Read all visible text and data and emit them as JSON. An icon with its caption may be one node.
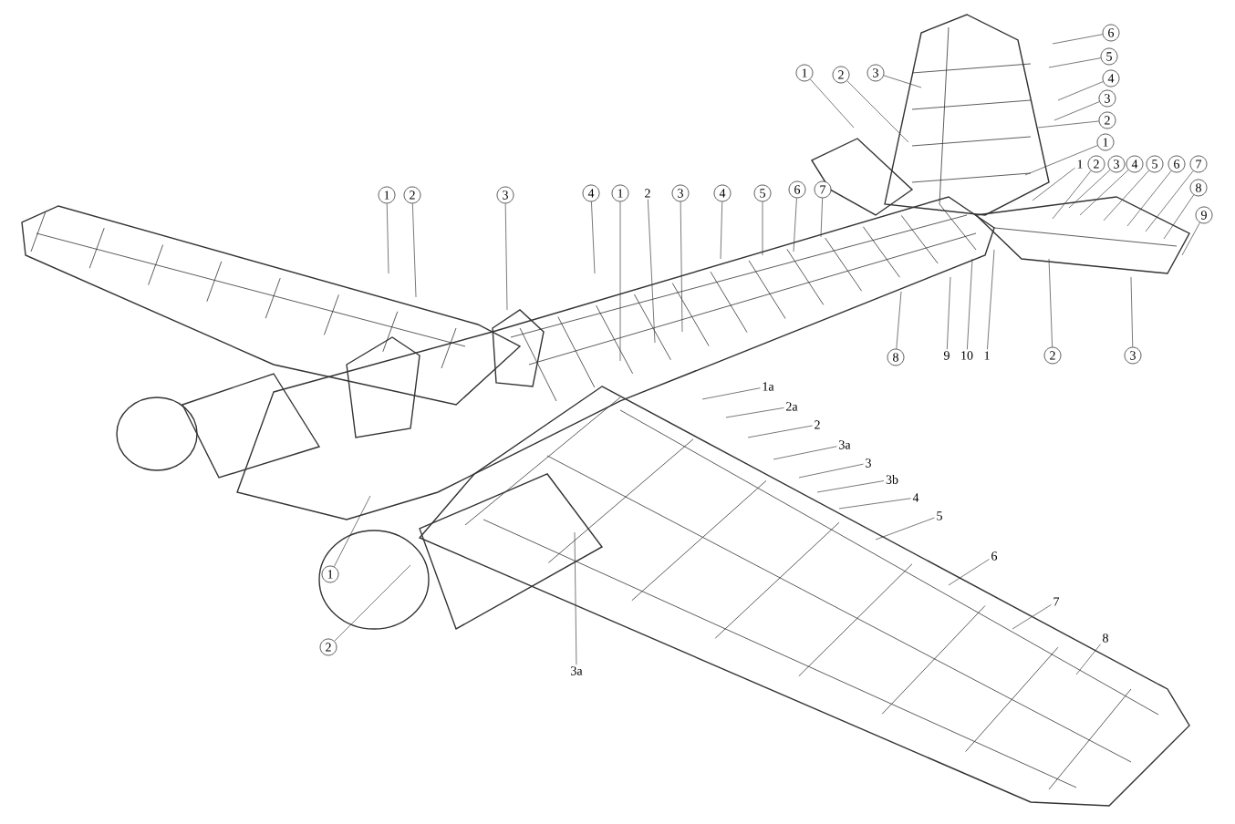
{
  "diagram": {
    "nodes": [
      {
        "text": [
          "6"
        ]
      },
      {
        "text": [
          "5"
        ]
      },
      {
        "text": [
          "4"
        ]
      },
      {
        "text": [
          "3"
        ]
      },
      {
        "text": [
          "2"
        ]
      },
      {
        "text": [
          "1"
        ]
      },
      {
        "text": [
          "1"
        ]
      },
      {
        "text": [
          "2"
        ]
      },
      {
        "text": [
          "3"
        ]
      },
      {
        "text": [
          "1"
        ]
      },
      {
        "text": [
          "2"
        ]
      },
      {
        "text": [
          "3"
        ]
      },
      {
        "text": [
          "4"
        ]
      },
      {
        "text": [
          "5"
        ]
      },
      {
        "text": [
          "6"
        ]
      },
      {
        "text": [
          "7"
        ]
      },
      {
        "text": [
          "8"
        ]
      },
      {
        "text": [
          "9"
        ]
      },
      {
        "text": [
          "8"
        ]
      },
      {
        "text": [
          "9"
        ]
      },
      {
        "text": [
          "10"
        ]
      },
      {
        "text": [
          "1"
        ]
      },
      {
        "text": [
          "2"
        ]
      },
      {
        "text": [
          "3"
        ]
      },
      {
        "text": [
          "1"
        ]
      },
      {
        "text": [
          "2"
        ]
      },
      {
        "text": [
          "3"
        ]
      },
      {
        "text": [
          "4"
        ]
      },
      {
        "text": [
          "1"
        ]
      },
      {
        "text": [
          "2"
        ]
      },
      {
        "text": [
          "3"
        ]
      },
      {
        "text": [
          "4"
        ]
      },
      {
        "text": [
          "5"
        ]
      },
      {
        "text": [
          "6"
        ]
      },
      {
        "text": [
          "7"
        ]
      },
      {
        "text": [
          "1a"
        ]
      },
      {
        "text": [
          "2a"
        ]
      },
      {
        "text": [
          "2"
        ]
      },
      {
        "text": [
          "3a"
        ]
      },
      {
        "text": [
          "3"
        ]
      },
      {
        "text": [
          "3b"
        ]
      },
      {
        "text": [
          "4"
        ]
      },
      {
        "text": [
          "5"
        ]
      },
      {
        "text": [
          "6"
        ]
      },
      {
        "text": [
          "7"
        ]
      },
      {
        "text": [
          "8"
        ]
      },
      {
        "text": [
          "1"
        ]
      },
      {
        "text": [
          "2"
        ]
      },
      {
        "text": [
          "3a"
        ]
      }
    ],
    "edges": [
      {
        "from": 0,
        "to": null,
        "arrow": "none"
      },
      {
        "from": 1,
        "to": null,
        "arrow": "none"
      },
      {
        "from": 2,
        "to": null,
        "arrow": "none"
      },
      {
        "from": 3,
        "to": null,
        "arrow": "none"
      },
      {
        "from": 4,
        "to": null,
        "arrow": "none"
      },
      {
        "from": 5,
        "to": null,
        "arrow": "none"
      },
      {
        "from": 6,
        "to": null,
        "arrow": "none"
      },
      {
        "from": 7,
        "to": null,
        "arrow": "none"
      },
      {
        "from": 8,
        "to": null,
        "arrow": "none"
      },
      {
        "from": 9,
        "to": null,
        "arrow": "none"
      },
      {
        "from": 10,
        "to": null,
        "arrow": "none"
      },
      {
        "from": 11,
        "to": null,
        "arrow": "none"
      },
      {
        "from": 12,
        "to": null,
        "arrow": "none"
      },
      {
        "from": 13,
        "to": null,
        "arrow": "none"
      },
      {
        "from": 14,
        "to": null,
        "arrow": "none"
      },
      {
        "from": 15,
        "to": null,
        "arrow": "none"
      },
      {
        "from": 16,
        "to": null,
        "arrow": "none"
      },
      {
        "from": 17,
        "to": null,
        "arrow": "none"
      },
      {
        "from": 18,
        "to": null,
        "arrow": "none"
      },
      {
        "from": 19,
        "to": null,
        "arrow": "none"
      },
      {
        "from": 20,
        "to": null,
        "arrow": "none"
      },
      {
        "from": 21,
        "to": null,
        "arrow": "none"
      },
      {
        "from": 22,
        "to": null,
        "arrow": "none"
      },
      {
        "from": 23,
        "to": null,
        "arrow": "none"
      },
      {
        "from": 24,
        "to": null,
        "arrow": "none"
      },
      {
        "from": 25,
        "to": null,
        "arrow": "none"
      },
      {
        "from": 26,
        "to": null,
        "arrow": "none"
      },
      {
        "from": 27,
        "to": null,
        "arrow": "none"
      },
      {
        "from": 28,
        "to": null,
        "arrow": "none"
      },
      {
        "from": 29,
        "to": null,
        "arrow": "none"
      },
      {
        "from": 30,
        "to": null,
        "arrow": "none"
      },
      {
        "from": 31,
        "to": null,
        "arrow": "none"
      },
      {
        "from": 32,
        "to": null,
        "arrow": "none"
      },
      {
        "from": 33,
        "to": null,
        "arrow": "none"
      },
      {
        "from": 34,
        "to": null,
        "arrow": "none"
      },
      {
        "from": 35,
        "to": null,
        "arrow": "none"
      },
      {
        "from": 36,
        "to": null,
        "arrow": "none"
      },
      {
        "from": 37,
        "to": null,
        "arrow": "none"
      },
      {
        "from": 38,
        "to": null,
        "arrow": "none"
      },
      {
        "from": 39,
        "to": null,
        "arrow": "none"
      },
      {
        "from": 40,
        "to": null,
        "arrow": "none"
      },
      {
        "from": 41,
        "to": null,
        "arrow": "none"
      },
      {
        "from": 42,
        "to": null,
        "arrow": "none"
      },
      {
        "from": 43,
        "to": null,
        "arrow": "none"
      },
      {
        "from": 44,
        "to": null,
        "arrow": "none"
      },
      {
        "from": 45,
        "to": null,
        "arrow": "none"
      },
      {
        "from": 46,
        "to": null,
        "arrow": "none"
      },
      {
        "from": 47,
        "to": null,
        "arrow": "none"
      },
      {
        "from": 48,
        "to": null,
        "arrow": "none"
      }
    ]
  }
}
